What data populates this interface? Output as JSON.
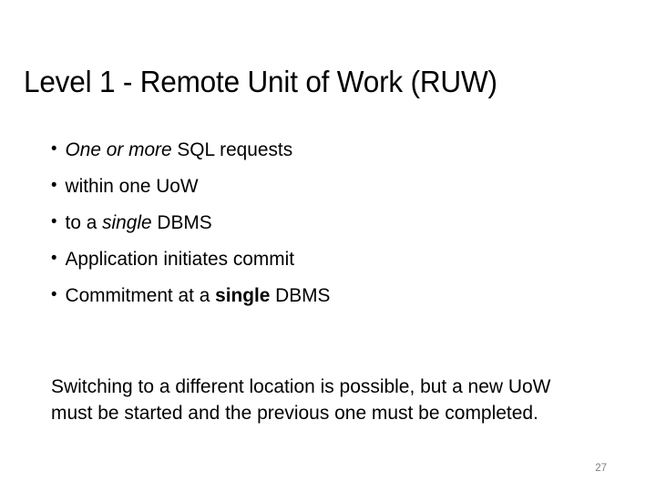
{
  "slide": {
    "title": "Level 1 - Remote Unit of Work (RUW)",
    "bullets": [
      {
        "segments": [
          {
            "text": "One or more",
            "style": "italic"
          },
          {
            "text": " SQL requests",
            "style": "regular"
          }
        ],
        "plain": "One or more SQL requests"
      },
      {
        "segments": [
          {
            "text": "within one UoW",
            "style": "regular"
          }
        ],
        "plain": "within one UoW"
      },
      {
        "segments": [
          {
            "text": "to a ",
            "style": "regular"
          },
          {
            "text": "single",
            "style": "italic"
          },
          {
            "text": " DBMS",
            "style": "regular"
          }
        ],
        "plain": "to a single DBMS"
      },
      {
        "segments": [
          {
            "text": "Application initiates commit",
            "style": "regular"
          }
        ],
        "plain": "Application initiates commit"
      },
      {
        "segments": [
          {
            "text": "Commitment at a ",
            "style": "regular"
          },
          {
            "text": "single",
            "style": "bold"
          },
          {
            "text": " DBMS",
            "style": "regular"
          }
        ],
        "plain": "Commitment at a single DBMS"
      }
    ],
    "paragraph": "Switching to a different location is possible, but a new UoW must be started and the previous one must be completed.",
    "page_number": "27",
    "bullet_glyph": "•",
    "colors": {
      "background": "#ffffff",
      "text": "#000000",
      "page_number": "#808080"
    }
  }
}
